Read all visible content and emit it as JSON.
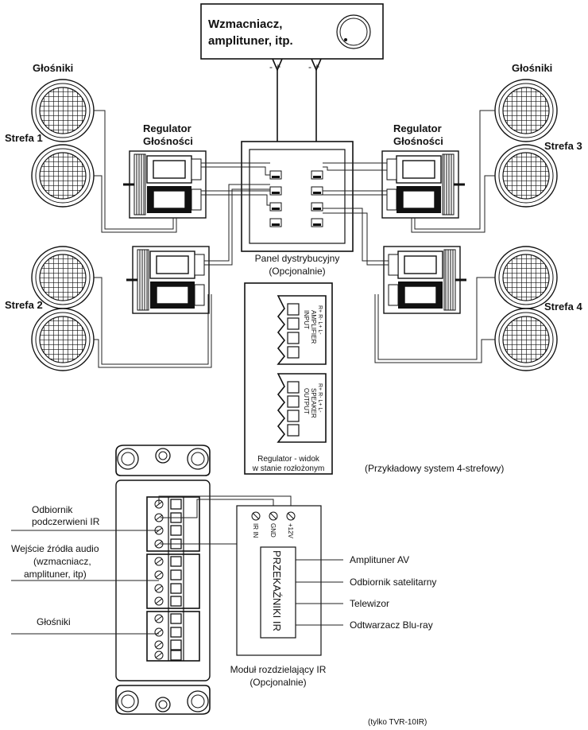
{
  "amplifier": {
    "line1": "Wzmacniacz,",
    "line2": "amplituner, itp.",
    "term_left": "-  +",
    "term_right": "-  +"
  },
  "zones": {
    "speakers_left": "Głośniki",
    "speakers_right": "Głośniki",
    "zone1": "Strefa 1",
    "zone2": "Strefa 2",
    "zone3": "Strefa 3",
    "zone4": "Strefa 4"
  },
  "regulator": {
    "left_line1": "Regulator",
    "left_line2": "Głośności",
    "right_line1": "Regulator",
    "right_line2": "Głośności"
  },
  "panel": {
    "line1": "Panel dystrybucyjny",
    "line2": "(Opcjonalnie)"
  },
  "exploded": {
    "line1": "Regulator - widok",
    "line2": "w stanie rozłożonym",
    "input_l1": "INPUT",
    "input_l2": "AMPLIFIER",
    "input_l3": "R+  R-  L+  L-",
    "output_l1": "OUTPUT",
    "output_l2": "SPEAKER",
    "output_l3": "R+  R-  L+  L-"
  },
  "system_note": "(Przykładowy system 4-strefowy)",
  "bottom": {
    "ir_receiver_l1": "Odbiornik",
    "ir_receiver_l2": "podczerwieni IR",
    "audio_l1": "Wejście źródła audio",
    "audio_l2": "(wzmacniacz,",
    "audio_l3": "amplituner, itp)",
    "speakers": "Głośniki",
    "term_ir": "IR IN",
    "term_gnd": "GND",
    "term_12v": "+12V",
    "relays": "PRZEKAŹNIKI IR",
    "device1": "Amplituner AV",
    "device2": "Odbiornik satelitarny",
    "device3": "Telewizor",
    "device4": "Odtwarzacz Blu-ray",
    "module_l1": "Moduł rozdzielający IR",
    "module_l2": "(Opcjonalnie)",
    "model_note": "(tylko TVR-10IR)"
  }
}
